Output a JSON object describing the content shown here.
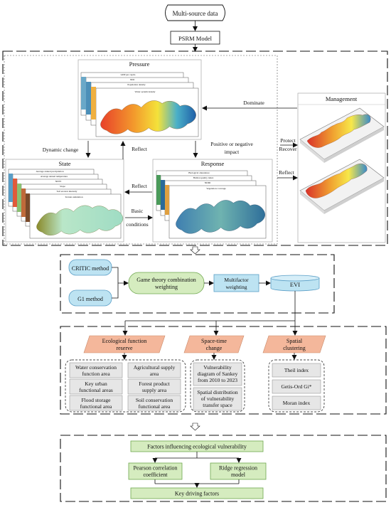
{
  "top": {
    "source": "Multi-source data",
    "model": "PSRM Model"
  },
  "psrm": {
    "pressure": {
      "title": "Pressure",
      "layers": [
        "GDP per capita",
        "NDI",
        "Population density",
        "Water system density"
      ]
    },
    "state": {
      "title": "State",
      "layers": [
        "Average annual precipitation",
        "Average annual temperature",
        "NDVI",
        "Slope",
        "Soil erosion intensity",
        "Terrain undulation"
      ]
    },
    "response": {
      "title": "Response",
      "layers": [
        "Biological abundance",
        "Habitat quality index",
        "NDDI",
        "Vegetation coverage"
      ]
    },
    "management": {
      "title": "Management"
    },
    "arrows": {
      "dominate": "Dominate",
      "protect": "Protect",
      "recover": "Recover",
      "reflect_mgmt": "Reflect",
      "dynamic_change": "Dynamic change",
      "reflect_up": "Reflect",
      "impact_1": "Positive or negative",
      "impact_2": "impact",
      "reflect_mid": "Reflect",
      "basic_1": "Basic",
      "basic_2": "conditions"
    }
  },
  "weighting": {
    "critic": "CRITIC method",
    "g1": "G1 method",
    "game_1": "Game theory combination",
    "game_2": "weighting",
    "multi_1": "Multifactor",
    "multi_2": "weighting",
    "evi": "EVI"
  },
  "analysis": {
    "eco": {
      "title_1": "Ecological function",
      "title_2": "reserve",
      "cells": [
        [
          "Water conservation",
          "function area"
        ],
        [
          "Agricultural supply",
          "area"
        ],
        [
          "Key urban",
          "functional areas"
        ],
        [
          "Forest product",
          "supply area"
        ],
        [
          "Flood storage",
          "functional area"
        ],
        [
          "Soil conservation",
          "functional area"
        ]
      ]
    },
    "st": {
      "title_1": "Space-time",
      "title_2": "change",
      "cells": [
        [
          "Vulnerability",
          "diagram of Sankey",
          "from 2010 to 2023"
        ],
        [
          "Spatial distribution",
          "of vulnerability",
          "transfer space"
        ]
      ]
    },
    "sc": {
      "title_1": "Spatial",
      "title_2": "clustering",
      "cells": [
        "Theil index",
        "Getis-Ord Gi*",
        "Moran index"
      ]
    }
  },
  "drivers": {
    "factors": "Factors influencing ecological vulnerability",
    "pearson_1": "Pearson correlation",
    "pearson_2": "coefficient",
    "ridge_1": "Ridge regression",
    "ridge_2": "model",
    "key": "Key driving factors"
  },
  "colors": {
    "blue_fill": "#bde3f2",
    "blue_stroke": "#5a9ec6",
    "green_fill": "#d5ecbf",
    "green_stroke": "#6fa84f",
    "salmon_fill": "#f4b79b",
    "gray_fill": "#e6e6e6"
  }
}
